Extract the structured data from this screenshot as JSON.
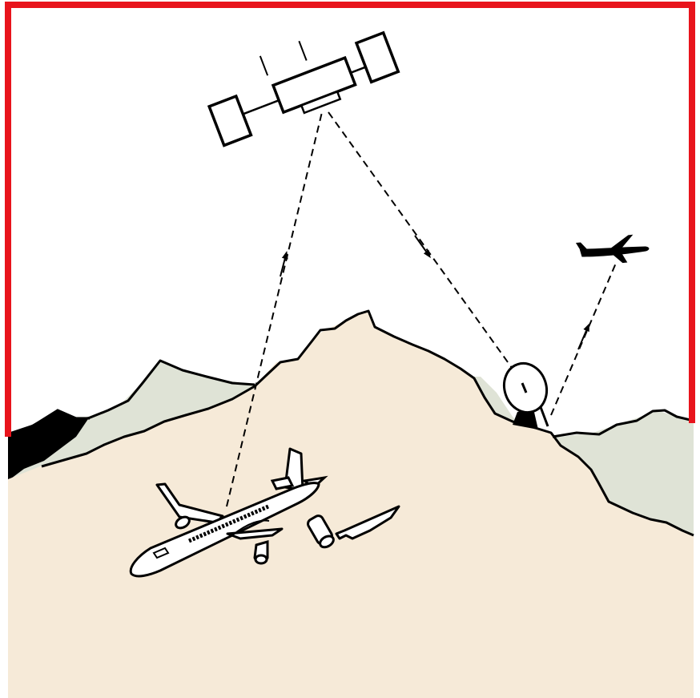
{
  "diagram": {
    "kind": "satellite search-and-rescue illustration",
    "elements": [
      "satellite-icon",
      "crashed-airplane-icon",
      "wing-debris-icon",
      "engine-debris-icon",
      "ground-station-dish-icon",
      "rescue-airplane-icon",
      "mountain-range"
    ],
    "signal_paths": [
      {
        "from": "crashed-airplane-icon",
        "to": "satellite-icon",
        "style": "dashed-arrow"
      },
      {
        "from": "satellite-icon",
        "to": "ground-station-dish-icon",
        "style": "dashed-arrow"
      },
      {
        "from": "ground-station-dish-icon",
        "to": "rescue-airplane-icon",
        "style": "dashed-arrow"
      }
    ]
  },
  "colors": {
    "frame": "#e8141c",
    "sky": "#ffffff",
    "terrain_near": "#f6ead8",
    "terrain_far": "#dfe3d6",
    "outline": "#000000"
  }
}
